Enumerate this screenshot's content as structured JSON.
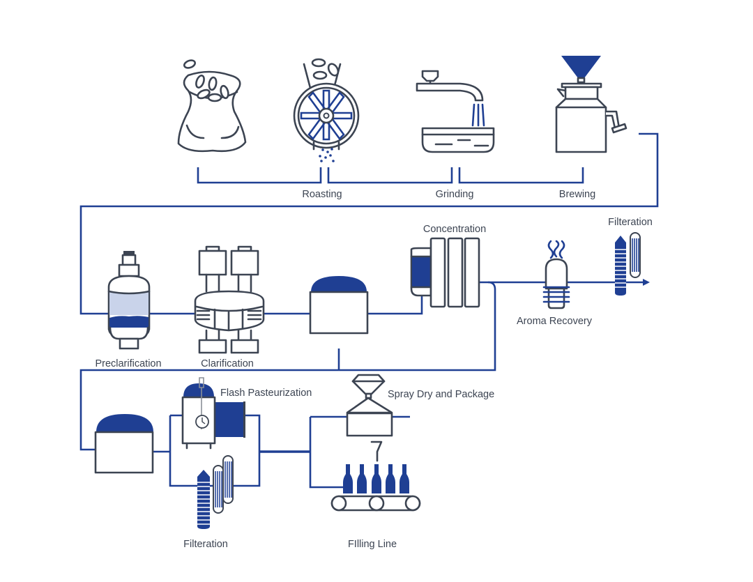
{
  "diagram": {
    "title": "Coffee processing flow",
    "colors": {
      "pipe": "#1f3f93",
      "outline": "#3c4452",
      "accent_light": "#c9d3ea",
      "background": "#ffffff"
    },
    "stages": {
      "bean_bag": {
        "label": "",
        "icon": "coffee-bean-sack"
      },
      "roasting": {
        "label": "Roasting",
        "icon": "roaster-drum"
      },
      "grinding": {
        "label": "Grinding",
        "icon": "faucet-basin"
      },
      "brewing": {
        "label": "Brewing",
        "icon": "brewing-kettle"
      },
      "preclarification": {
        "label": "Preclarification",
        "icon": "separator-tank"
      },
      "clarification": {
        "label": "Clarification",
        "icon": "centrifuge"
      },
      "holding_tank_1": {
        "label": "",
        "icon": "holding-tank"
      },
      "concentration": {
        "label": "Concentration",
        "icon": "plate-evaporator"
      },
      "aroma_recovery": {
        "label": "Aroma Recovery",
        "icon": "aroma-column"
      },
      "filteration_top": {
        "label": "Filteration",
        "icon": "filter-cartridge"
      },
      "holding_tank_2": {
        "label": "",
        "icon": "holding-tank"
      },
      "flash_pasteurization": {
        "label": "Flash Pasteurization",
        "icon": "pasteurizer"
      },
      "filteration_bottom": {
        "label": "Filteration",
        "icon": "filter-cartridge"
      },
      "spray_dry": {
        "label": "Spray Dry and Package",
        "icon": "spray-dryer"
      },
      "filling_line": {
        "label": "FIlling Line",
        "icon": "bottle-conveyor"
      }
    }
  }
}
